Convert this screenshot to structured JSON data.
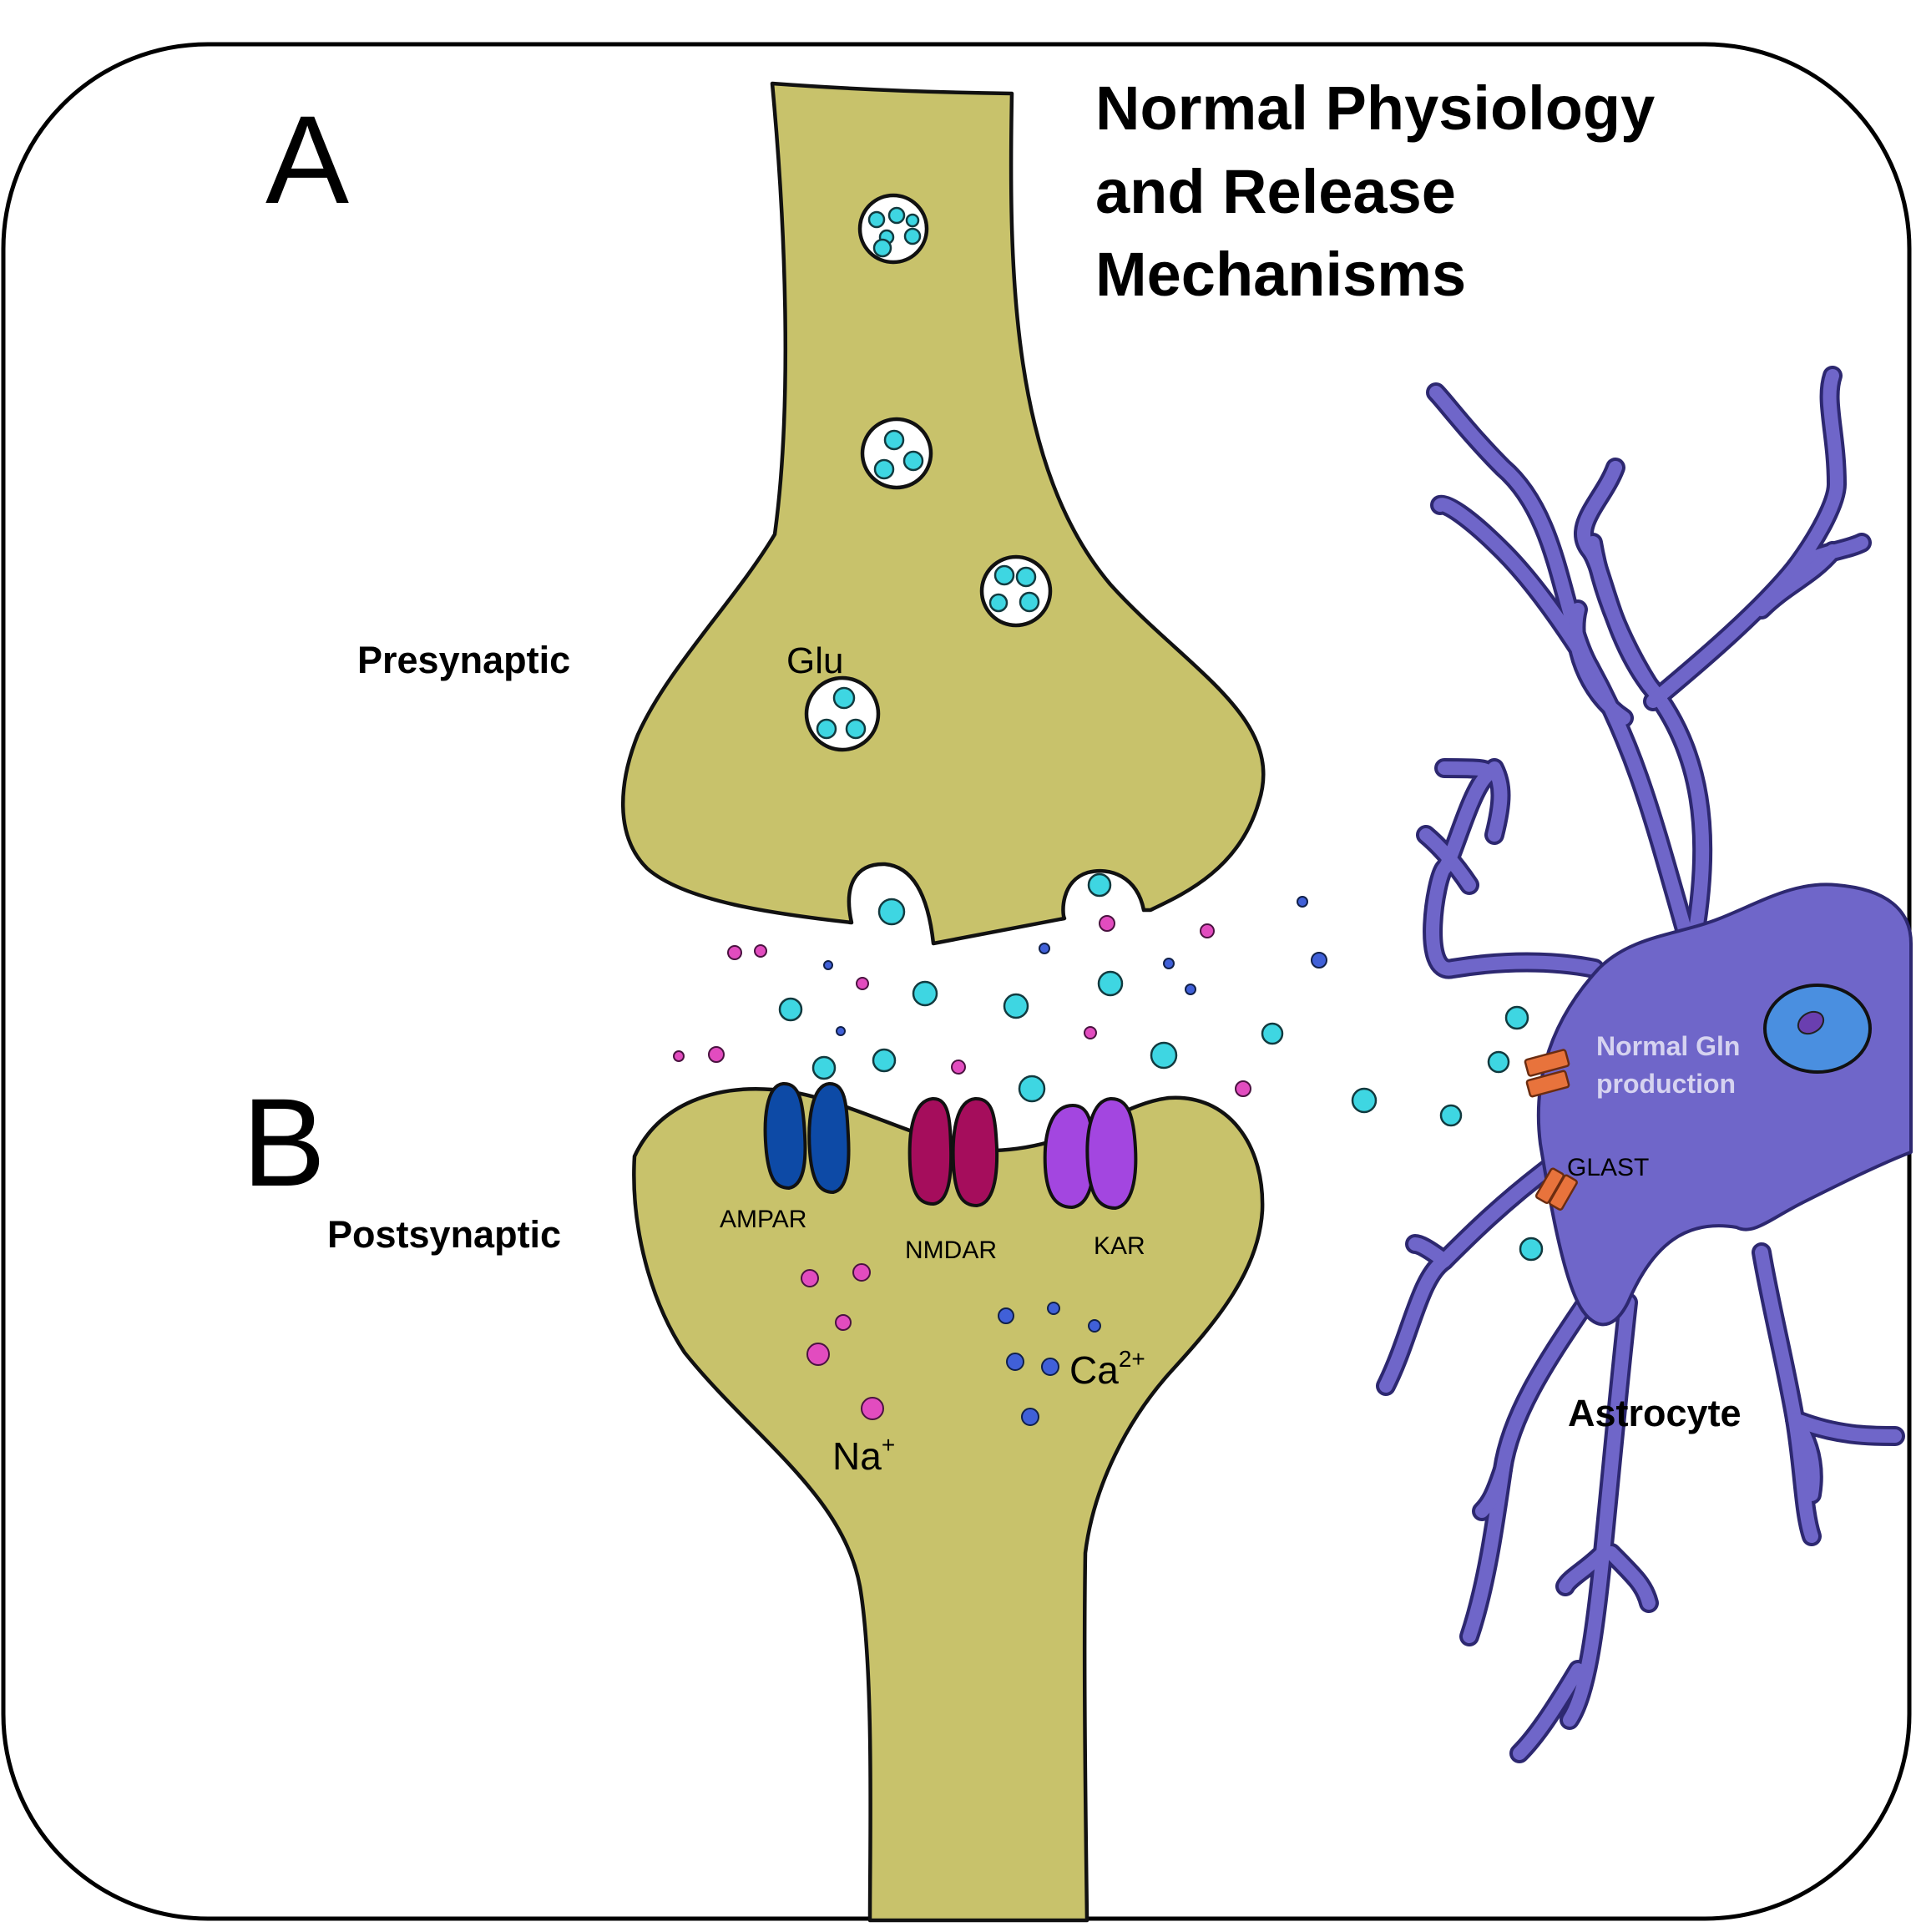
{
  "panel_labels": {
    "a": "A",
    "b": "B"
  },
  "title": {
    "line1": "Normal Physiology",
    "line2": "and Release",
    "line3": "Mechanisms"
  },
  "labels": {
    "presynaptic": "Presynaptic",
    "postsynaptic": "Postsynaptic",
    "astrocyte": "Astrocyte",
    "glu": "Glu",
    "glast": "GLAST",
    "gln_line1": "Normal Gln",
    "gln_line2": "production"
  },
  "receptors": [
    {
      "label": "AMPAR",
      "color": "#0d4aa6"
    },
    {
      "label": "NMDAR",
      "color": "#a50d5c"
    },
    {
      "label": "KAR",
      "color": "#a346e0"
    }
  ],
  "ions": {
    "na": {
      "base": "Na",
      "sup": "+"
    },
    "ca": {
      "base": "Ca",
      "sup": "2+"
    }
  },
  "colors": {
    "neuron": "#c8c26b",
    "astrocyte": "#6f66c9",
    "glutamate": "#3ed6e2",
    "sodium": "#e24cbf",
    "calcium": "#4060d8",
    "transporter": "#e8733c",
    "nucleus": "#4a8fe0"
  }
}
